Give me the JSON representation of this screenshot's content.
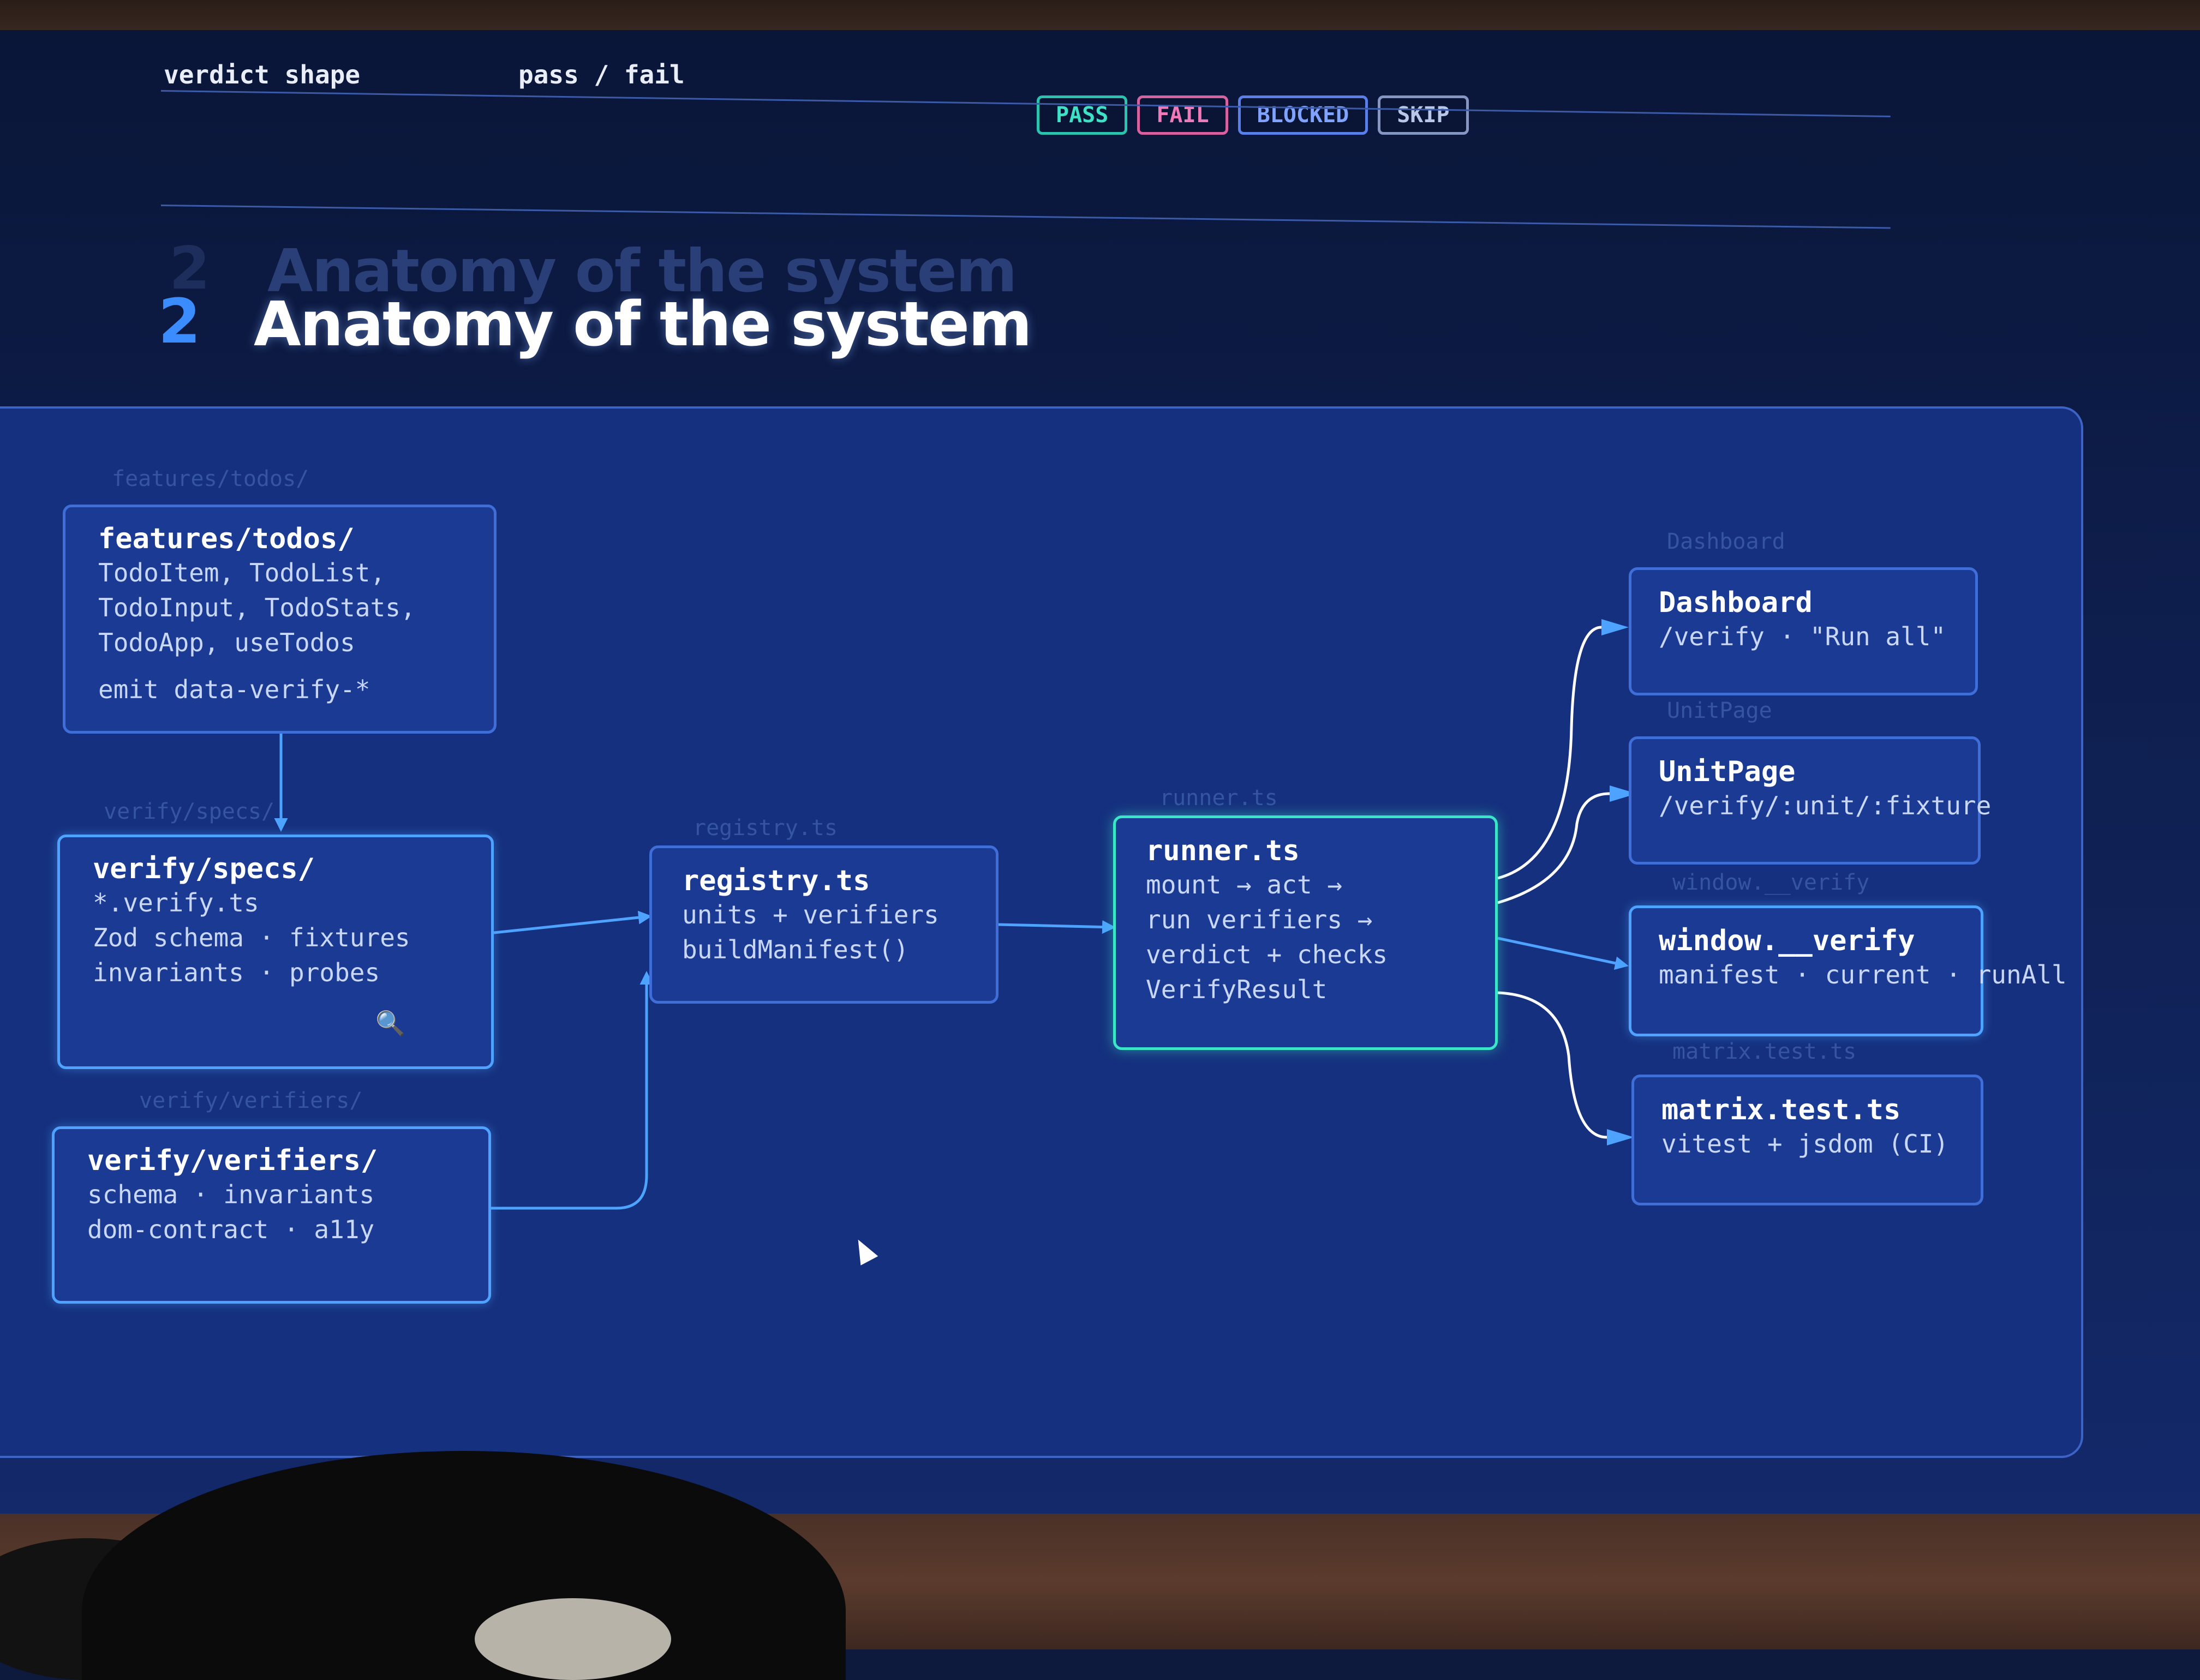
{
  "top_row": {
    "left_label": "verdict shape",
    "mid_label": "pass / fail",
    "badges": [
      "PASS",
      "FAIL",
      "BLOCKED",
      "SKIP"
    ]
  },
  "section": {
    "number": "2",
    "title": "Anatomy of the system",
    "ghost_number": "2",
    "ghost_title": "Anatomy of the system"
  },
  "ghost_labels": {
    "features": "features/todos/",
    "specs": "verify/specs/",
    "verifiers": "verify/verifiers/",
    "registry": "registry.ts",
    "runner": "runner.ts",
    "dashboard": "Dashboard",
    "unitpage": "UnitPage",
    "window": "window.__verify",
    "matrix": "matrix.test.ts"
  },
  "nodes": {
    "features": {
      "title": "features/todos/",
      "lines": [
        "TodoItem, TodoList,",
        "TodoInput, TodoStats,",
        "TodoApp, useTodos"
      ],
      "footer": "emit data-verify-*"
    },
    "specs": {
      "title": "verify/specs/",
      "lines": [
        "*.verify.ts",
        "Zod schema · fixtures",
        "invariants · probes"
      ]
    },
    "verifiers": {
      "title": "verify/verifiers/",
      "lines": [
        "schema · invariants",
        "dom-contract · a11y"
      ]
    },
    "registry": {
      "title": "registry.ts",
      "lines": [
        "units + verifiers",
        "buildManifest()"
      ]
    },
    "runner": {
      "title": "runner.ts",
      "lines": [
        "mount → act →",
        "run verifiers →",
        "verdict + checks",
        "VerifyResult"
      ]
    },
    "dashboard": {
      "title": "Dashboard",
      "lines": [
        "/verify · \"Run all\""
      ]
    },
    "unitpage": {
      "title": "UnitPage",
      "lines": [
        "/verify/:unit/:fixture"
      ]
    },
    "window": {
      "title": "window.__verify",
      "lines": [
        "manifest · current · runAll"
      ]
    },
    "matrix": {
      "title": "matrix.test.ts",
      "lines": [
        "vitest + jsdom (CI)"
      ]
    }
  },
  "colors": {
    "accent_blue": "#4da3ff",
    "runner_teal": "#39e6c8",
    "node_fill": "#1b3a94",
    "panel_fill": "#15307e"
  }
}
